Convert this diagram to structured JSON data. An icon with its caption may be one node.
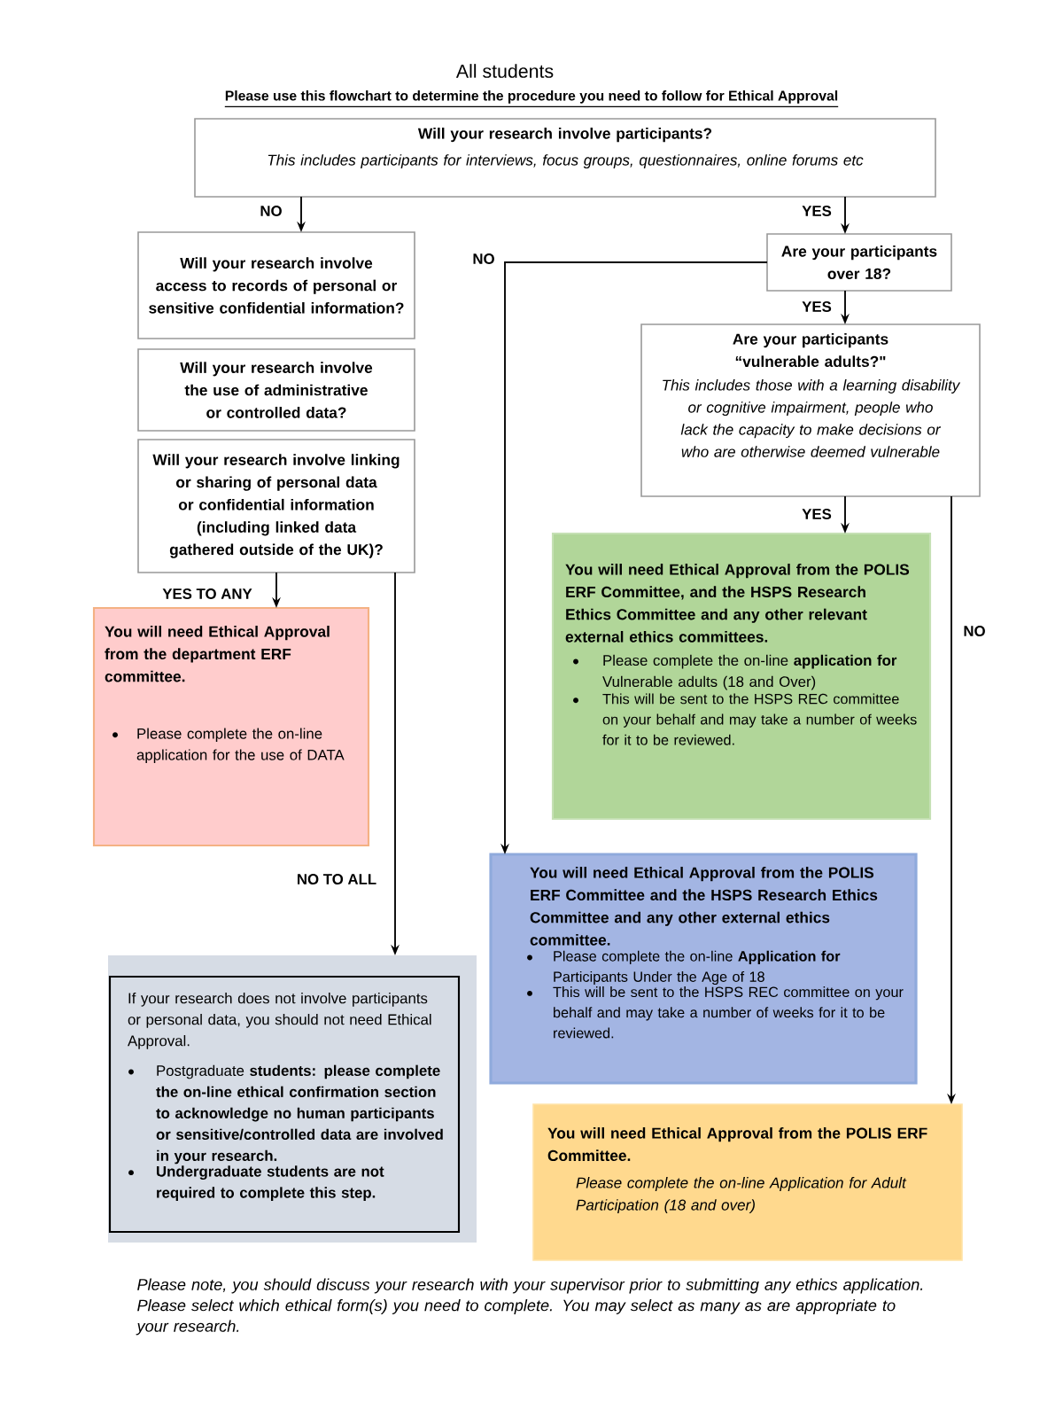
{
  "diagram": {
    "title": "All students",
    "nodes": [
      {
        "text": [
          "Will your research involve participants?",
          "This includes participants for interviews, focus groups, questionnaires, online forums etc"
        ]
      },
      {
        "text": [
          "Will your research involve access to records of personal or sensitive confidential information?"
        ]
      },
      {
        "text": [
          "Will your research involve the use of administrative or controlled data?"
        ]
      },
      {
        "text": [
          "Will your research involve linking or sharing of personal data or confidential information (including linked data gathered outside of the UK)?"
        ]
      },
      {
        "text": [
          "You will need Ethical Approval from the department ERF committee.",
          "Please complete the on-line application for the use of DATA"
        ]
      },
      {
        "text": [
          "If your research does not involve participants or personal data, you should not need Ethical Approval.",
          "Postgraduate **students: please complete the on-line ethical confirmation section to acknowledge no human participants or sensitive/controlled data are involved in your research.**",
          "Undergraduate students are not required to complete this step."
        ]
      },
      {
        "text": [
          "Are your participants over 18?"
        ]
      },
      {
        "text": [
          "Are your participants “vulnerable adults?\"",
          "This includes those with a learning disability or cognitive impairment, people who lack the capacity to make decisions or who are otherwise deemed vulnerable"
        ]
      },
      {
        "text": [
          "You will need Ethical Approval from the POLIS ERF Committee, and the HSPS Research Ethics Committee and any other relevant external ethics committees.",
          "Please complete the on-line **application for** Vulnerable adults (18 and Over)",
          "This will be sent to the HSPS REC committee on your behalf and may take a number of weeks for it to be reviewed."
        ]
      },
      {
        "text": [
          "You will need Ethical Approval from the POLIS ERF Committee and the HSPS Research Ethics Committee and any other external ethics committee.",
          "Please complete the on-line **Application for** Participants Under the Age of 18",
          "This will be sent to the HSPS REC committee on your behalf and may take a number of weeks for it to be reviewed."
        ]
      },
      {
        "text": [
          "You will need Ethical Approval from the POLIS ERF Committee.",
          "Please complete the on-line Application for Adult Participation (18 and over)"
        ]
      }
    ],
    "edges": [
      {
        "from": 0,
        "to": 1,
        "arrow": "to",
        "label": "NO"
      },
      {
        "from": 0,
        "to": 6,
        "arrow": "to",
        "label": "YES"
      },
      {
        "from": 3,
        "to": 4,
        "arrow": "to",
        "label": "YES TO ANY"
      },
      {
        "from": 3,
        "to": 5,
        "arrow": "to",
        "label": "NO TO ALL"
      },
      {
        "from": 6,
        "to": 7,
        "arrow": "to",
        "label": "YES"
      },
      {
        "from": 6,
        "to": 9,
        "arrow": "to",
        "label": "NO"
      },
      {
        "from": 7,
        "to": 8,
        "arrow": "to",
        "label": "YES"
      },
      {
        "from": 7,
        "to": 10,
        "arrow": "to",
        "label": "NO"
      }
    ],
    "labels": [
      "Please use this flowchart to determine the procedure you need to follow for Ethical Approval",
      "Please note, you should discuss your research with your supervisor prior to submitting any ethics application. Please select which ethical form(s) you need to complete. You may select as many as are appropriate to your research."
    ]
  }
}
